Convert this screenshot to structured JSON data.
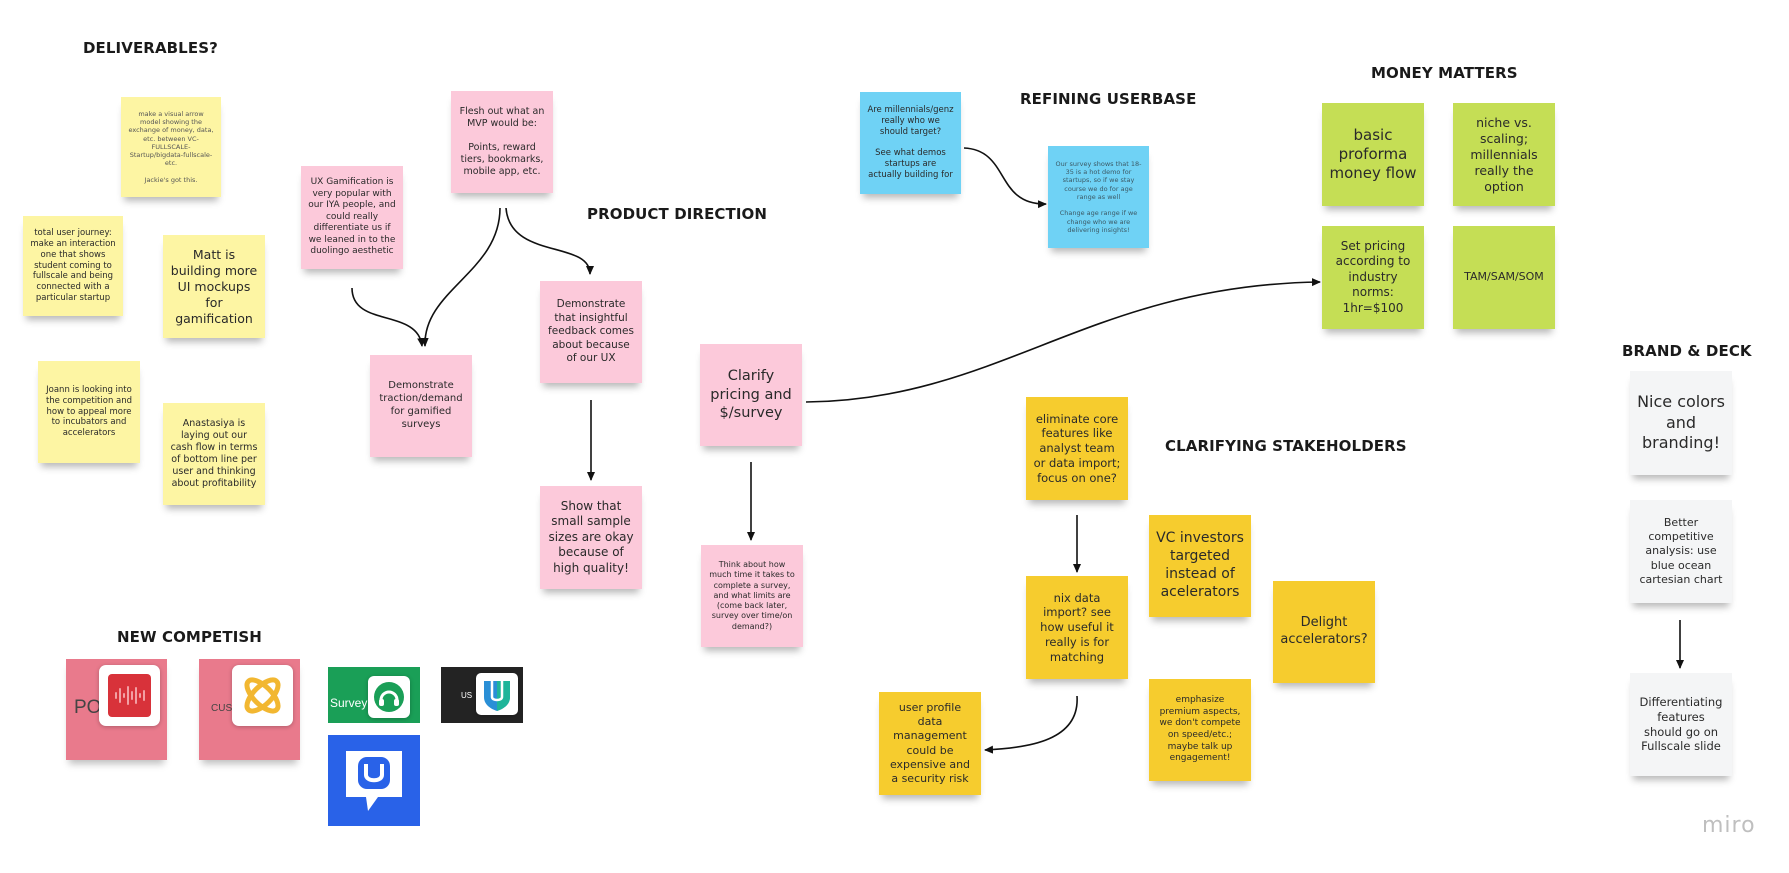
{
  "app": {
    "watermark": "miro"
  },
  "headings": {
    "deliverables": "DELIVERABLES?",
    "product_direction": "PRODUCT DIRECTION",
    "refining_userbase": "REFINING USERBASE",
    "money_matters": "MONEY MATTERS",
    "brand_deck": "BRAND & DECK",
    "clarifying_stakeholders": "CLARIFYING STAKEHOLDERS",
    "new_competish": "NEW COMPETISH"
  },
  "notes": {
    "arrow_model": "make a visual arrow model showing the exchange of money, data, etc. between VC-FULLSCALE-Startup/bigdata-fullscale-etc.\n\nJackie's got this.",
    "user_journey": "total user journey: make an interaction one that shows student coming to fullscale and being connected with a particular startup",
    "matt_mockups": "Matt is building more UI mockups for gamification",
    "joann": "Joann is looking into the competition and how to appeal more to incubators and accelerators",
    "anastasiya": "Anastasiya is laying out our cash flow in terms of bottom line per user and thinking about profitability",
    "ux_gamification": "UX Gamification is very popular with our IYA people, and could really differentiate us if we leaned in to the duolingo aesthetic",
    "mvp": "Flesh out what an MVP would be:\n\nPoints, reward tiers, bookmarks, mobile app, etc.",
    "traction": "Demonstrate traction/demand for gamified surveys",
    "insightful_feedback": "Demonstrate that insightful feedback comes about because of our UX",
    "small_samples": "Show that small sample sizes are okay because of high quality!",
    "clarify_pricing": "Clarify pricing and $/survey",
    "survey_time": "Think about how much time it takes to complete a survey, and what limits are (come back later, survey over time/on demand?)",
    "millennials": "Are millennials/genz really who we should target?\n\nSee what demos startups are actually building for",
    "survey_demo": "Our survey shows that 18-35 is a hot demo for startups, so if we stay course we do for age range as well\n\nChange age range if we change who we are delivering insights!",
    "proforma": "basic proforma money flow",
    "niche_scaling": "niche vs. scaling; millennials really the option",
    "set_pricing": "Set pricing according to industry norms: 1hr=$100",
    "tam": "TAM/SAM/SOM",
    "eliminate_core": "eliminate core features like analyst team or data import; focus on one?",
    "vc_investors": "VC investors targeted instead of acelerators",
    "delight_accelerators": "Delight accelerators?",
    "nix_data": "nix data import? see how useful it really is for matching",
    "premium_aspects": "emphasize premium aspects, we don't compete on speed/etc.; maybe talk up engagement!",
    "user_profile": "user profile data management could be expensive and a security risk",
    "nice_colors": "Nice colors and branding!",
    "competitive_analysis": "Better competitive analysis: use blue ocean cartesian chart",
    "differentiating": "Differentiating features should go on Fullscale slide"
  },
  "competitors": {
    "po_label": "PO",
    "cus_label": "CUS",
    "survey_label": "Survey",
    "us_label": "US",
    "icons": [
      "waveform-logo-icon",
      "pinwheel-logo-icon",
      "headset-cloud-logo-icon",
      "shield-logo-icon",
      "u-chat-logo-icon"
    ]
  },
  "colors": {
    "yellow_light": "#fdf5a3",
    "pink": "#fcc9da",
    "blue": "#6fd2f5",
    "lime": "#c5de55",
    "gold": "#f6cc2e",
    "grey": "#f4f5f6",
    "red_card": "#e97a8c"
  }
}
